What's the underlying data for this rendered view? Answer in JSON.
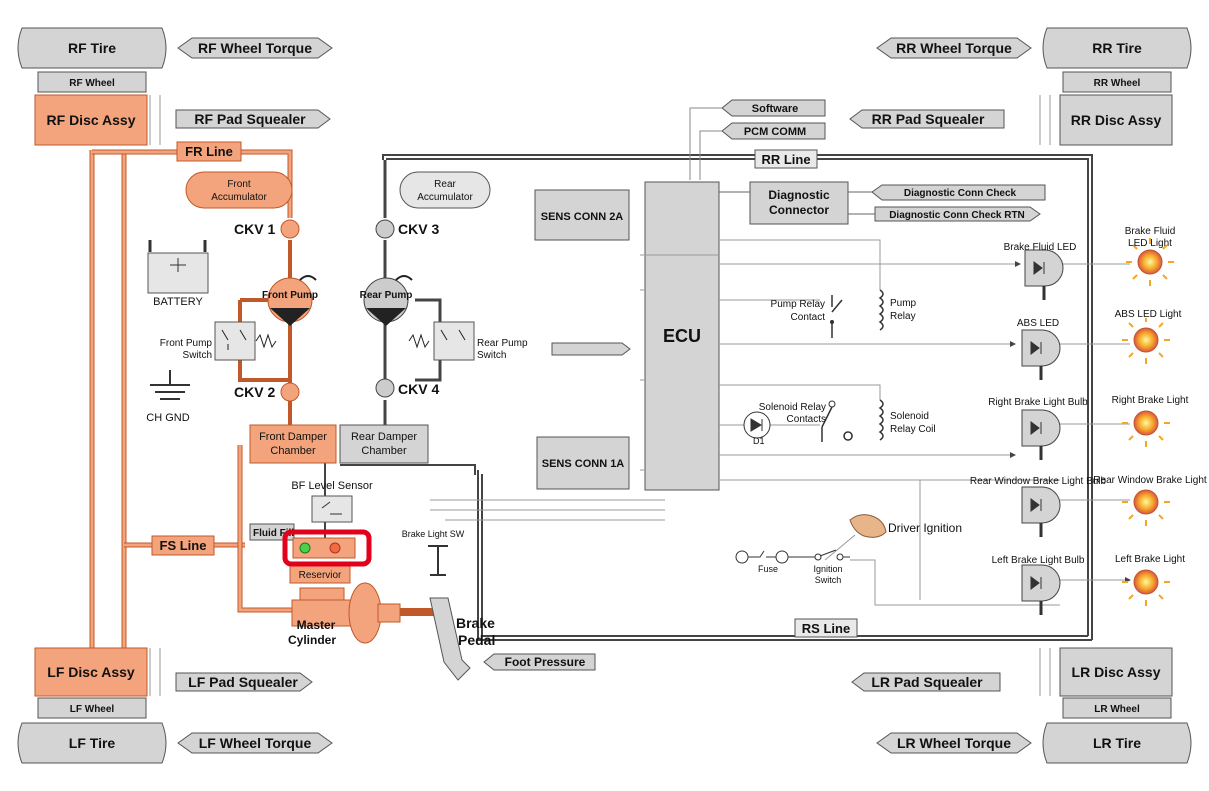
{
  "tires": {
    "rf": "RF Tire",
    "rr": "RR Tire",
    "lf": "LF Tire",
    "lr": "LR Tire"
  },
  "wheels": {
    "rf": "RF Wheel",
    "rr": "RR Wheel",
    "lf": "LF Wheel",
    "lr": "LR Wheel"
  },
  "discs": {
    "rf": "RF Disc Assy",
    "rr": "RR Disc Assy",
    "lf": "LF Disc Assy",
    "lr": "LR Disc Assy"
  },
  "torque": {
    "rf": "RF Wheel Torque",
    "rr": "RR Wheel Torque",
    "lf": "LF Wheel Torque",
    "lr": "LR Wheel Torque"
  },
  "squealer": {
    "rf": "RF Pad Squealer",
    "rr": "RR Pad Squealer",
    "lf": "LF Pad Squealer",
    "lr": "LR Pad Squealer"
  },
  "lines": {
    "fr": "FR Line",
    "rr": "RR Line",
    "fs": "FS Line",
    "rs": "RS Line"
  },
  "signals": {
    "software": "Software",
    "pcm": "PCM COMM",
    "diag_check": "Diagnostic Conn Check",
    "diag_rtn": "Diagnostic Conn Check RTN",
    "foot_pressure": "Foot Pressure"
  },
  "hydraulics": {
    "front_accumulator_1": "Front",
    "front_accumulator_2": "Accumulator",
    "rear_accumulator_1": "Rear",
    "rear_accumulator_2": "Accumulator",
    "ckv1": "CKV 1",
    "ckv2": "CKV 2",
    "ckv3": "CKV 3",
    "ckv4": "CKV 4",
    "front_pump": "Front Pump",
    "rear_pump": "Rear Pump",
    "front_pump_switch_1": "Front Pump",
    "front_pump_switch_2": "Switch",
    "rear_pump_switch_1": "Rear Pump",
    "rear_pump_switch_2": "Switch",
    "front_damper_1": "Front Damper",
    "front_damper_2": "Chamber",
    "rear_damper_1": "Rear Damper",
    "rear_damper_2": "Chamber",
    "bf_level_sensor": "BF Level Sensor",
    "fluid_fill": "Fluid Fill",
    "reservoir": "Reservior",
    "master_cylinder_1": "Master",
    "master_cylinder_2": "Cylinder",
    "brake_pedal_1": "Brake",
    "brake_pedal_2": "Pedal",
    "brake_light_sw": "Brake Light SW"
  },
  "electrical": {
    "battery": "BATTERY",
    "ch_gnd": "CH GND",
    "ecu": "ECU",
    "sens_conn_2a": "SENS CONN 2A",
    "sens_conn_1a": "SENS CONN 1A",
    "diag_conn_1": "Diagnostic",
    "diag_conn_2": "Connector",
    "pump_relay_contact_1": "Pump Relay",
    "pump_relay_contact_2": "Contact",
    "pump_relay_1": "Pump",
    "pump_relay_2": "Relay",
    "solenoid_relay_contacts_1": "Solenoid Relay",
    "solenoid_relay_contacts_2": "Contacts",
    "solenoid_relay_coil_1": "Solenoid",
    "solenoid_relay_coil_2": "Relay Coil",
    "d1": "D1",
    "driver_ignition": "Driver Ignition",
    "fuse": "Fuse",
    "ignition_switch_1": "Ignition",
    "ignition_switch_2": "Switch"
  },
  "outputs": {
    "brake_fluid_led": "Brake Fluid LED",
    "abs_led": "ABS LED",
    "right_brake_light_bulb": "Right Brake Light Bulb",
    "rear_window_brake_light_bulb": "Rear Window Brake Light Bulb",
    "left_brake_light_bulb": "Left Brake Light Bulb",
    "brake_fluid_led_light_1": "Brake Fluid",
    "brake_fluid_led_light_2": "LED Light",
    "abs_led_light": "ABS LED Light",
    "right_brake_light": "Right Brake Light",
    "rear_window_brake_light": "Rear Window Brake Light",
    "left_brake_light": "Left Brake Light"
  },
  "colors": {
    "hydraulic": "#f4a47c",
    "hydraulic_dark": "#c0582a",
    "box_gray": "#d4d4d4",
    "box_stroke": "#555555",
    "highlight": "#e3001b",
    "lamp": "#f5a623"
  }
}
